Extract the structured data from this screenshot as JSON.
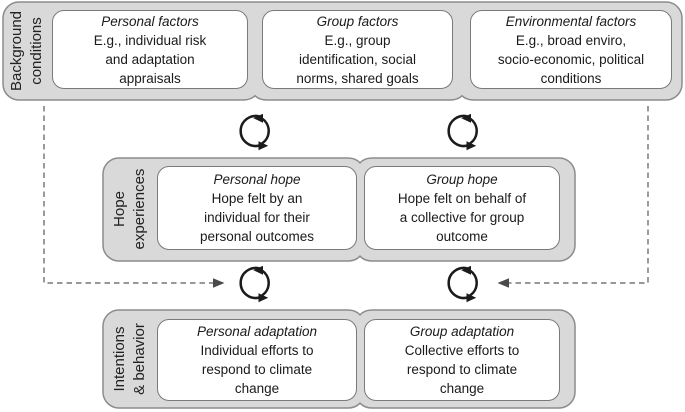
{
  "figure": {
    "rows": [
      {
        "label": "Background\nconditions",
        "boxes": [
          {
            "title": "Personal factors",
            "body": "E.g., individual risk\nand adaptation\nappraisals"
          },
          {
            "title": "Group factors",
            "body": "E.g., group\nidentification, social\nnorms, shared goals"
          },
          {
            "title": "Environmental factors",
            "body": "E.g., broad enviro,\nsocio-economic, political\nconditions"
          }
        ]
      },
      {
        "label": "Hope\nexperiences",
        "boxes": [
          {
            "title": "Personal hope",
            "body": "Hope felt by an\nindividual for their\npersonal outcomes"
          },
          {
            "title": "Group hope",
            "body": "Hope felt on behalf of\na collective for group\noutcome"
          }
        ]
      },
      {
        "label": "Intentions\n& behavior",
        "boxes": [
          {
            "title": "Personal adaptation",
            "body": "Individual efforts to\nrespond to climate\nchange"
          },
          {
            "title": "Group adaptation",
            "body": "Collective efforts to\nrespond to climate\nchange"
          }
        ]
      }
    ]
  },
  "icons": {
    "cycle": "cycle-arrows-icon",
    "left_connector": "dashed-feedback-arrow-left",
    "right_connector": "dashed-feedback-arrow-right"
  },
  "colors": {
    "container_fill": "#d9d9d9",
    "container_border": "#8c8c8c",
    "box_fill": "#ffffff",
    "box_border": "#7a7a7a",
    "cycle_arrow": "#1b1b1b",
    "dashed_line": "#8a8a8a",
    "dashed_arrowhead": "#4a4a4a",
    "text": "#1a1a1a"
  }
}
